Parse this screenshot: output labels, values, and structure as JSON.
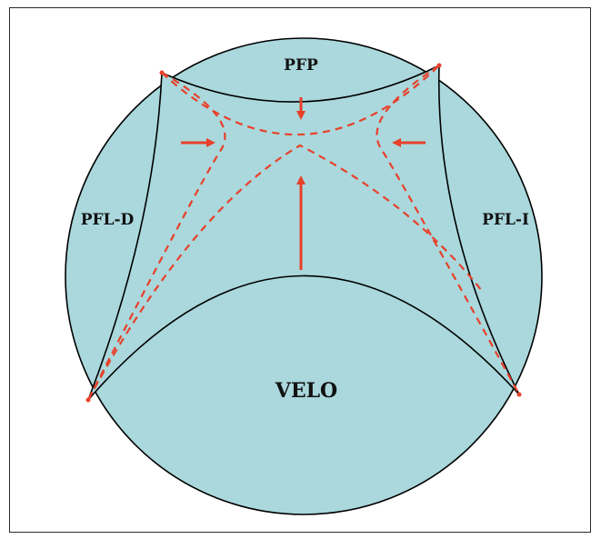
{
  "labels": {
    "top": "PFP",
    "left": "PFL-D",
    "right": "PFL-I",
    "bottom": "VELO"
  },
  "colors": {
    "fill": "#aad8dc",
    "outline": "#000000",
    "dashed": "#e8402a",
    "arrow": "#e8402a",
    "frame": "#2a2a2a",
    "background": "#ffffff"
  },
  "arrows": [
    {
      "name": "arrow-down",
      "direction": "down"
    },
    {
      "name": "arrow-right",
      "direction": "right"
    },
    {
      "name": "arrow-left",
      "direction": "left"
    },
    {
      "name": "arrow-up",
      "direction": "up"
    }
  ]
}
